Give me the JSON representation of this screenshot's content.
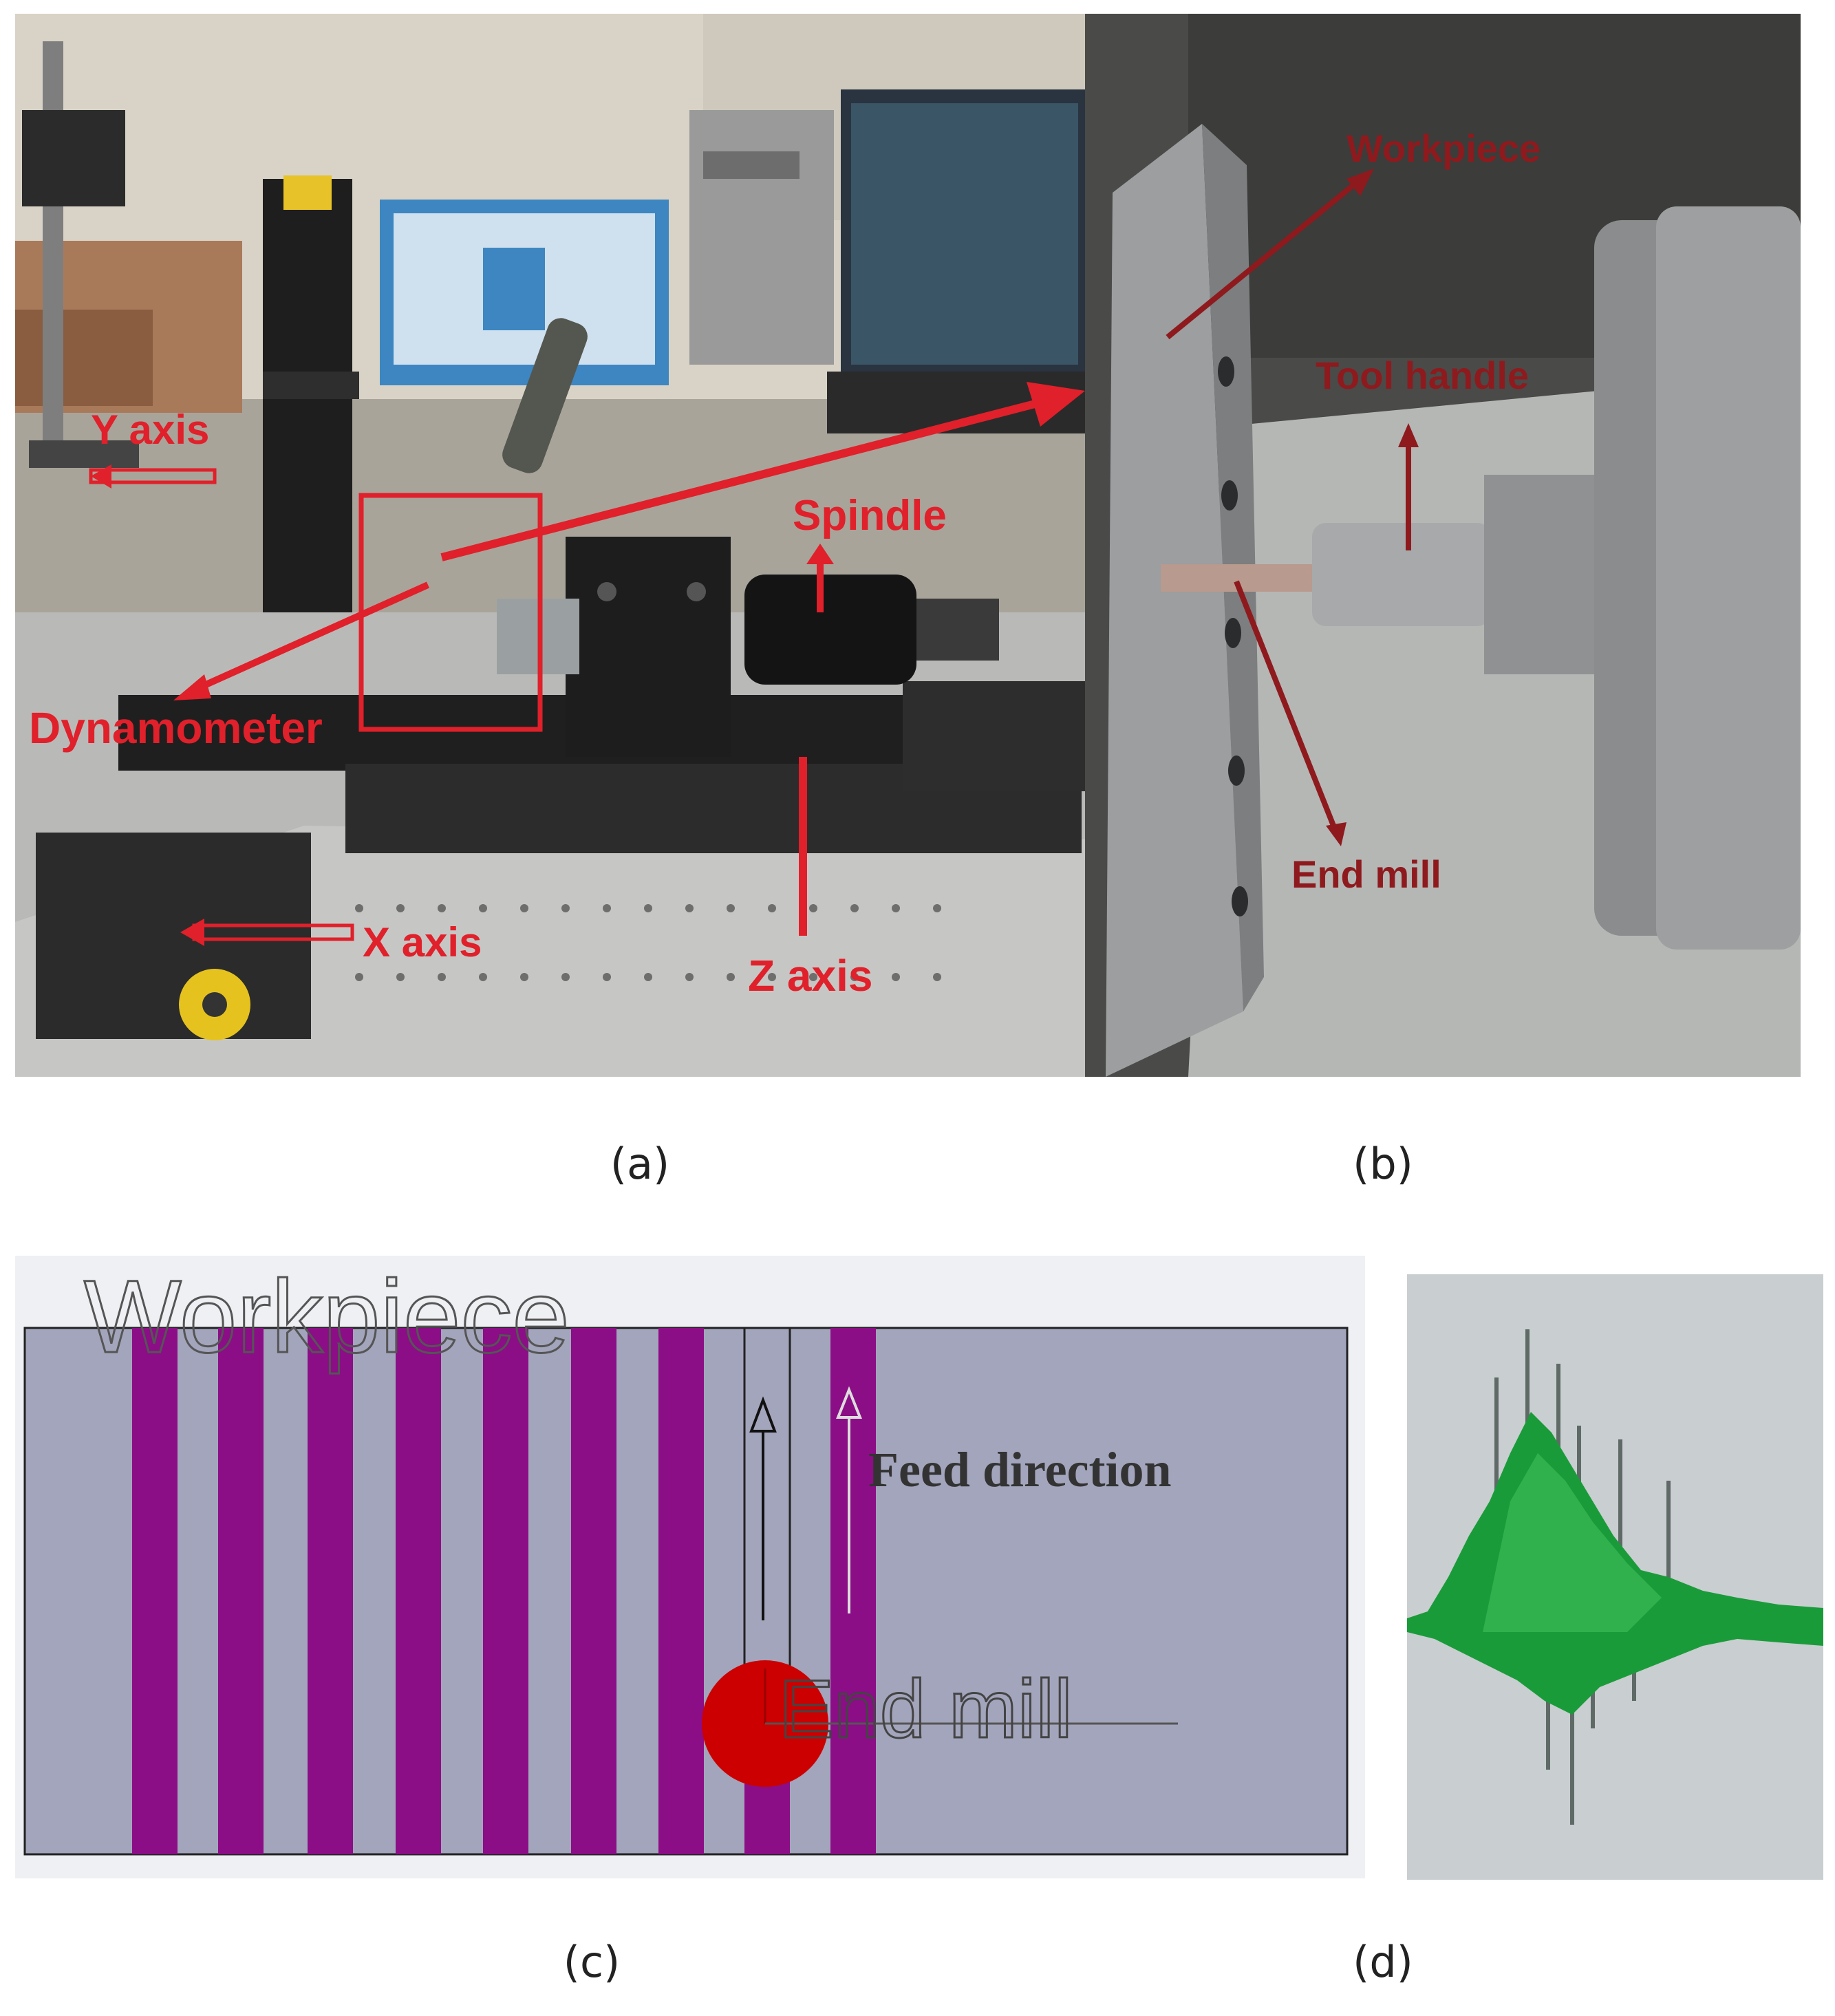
{
  "captions": {
    "a": "(a)",
    "b": "(b)",
    "c": "(c)",
    "d": "(d)"
  },
  "panel_a": {
    "labels": {
      "y_axis": "Y axis",
      "x_axis": "X axis",
      "z_axis": "Z axis",
      "spindle": "Spindle",
      "dynamometer": "Dynamometer"
    },
    "label_color": "#e0202a"
  },
  "panel_b": {
    "labels": {
      "workpiece": "Workpiece",
      "tool_handle": "Tool handle",
      "end_mill": "End mill"
    },
    "label_color": "#8e1a1e"
  },
  "panel_c": {
    "workpiece_label": "Workpiece",
    "feed_label": "Feed direction",
    "end_mill_label": "End mill",
    "workpiece_color": "#a3a5bc",
    "slot_color": "#8b0e86",
    "tool_color": "#cc0000"
  },
  "panel_d": {
    "signal_color": "#1a9b3a"
  }
}
